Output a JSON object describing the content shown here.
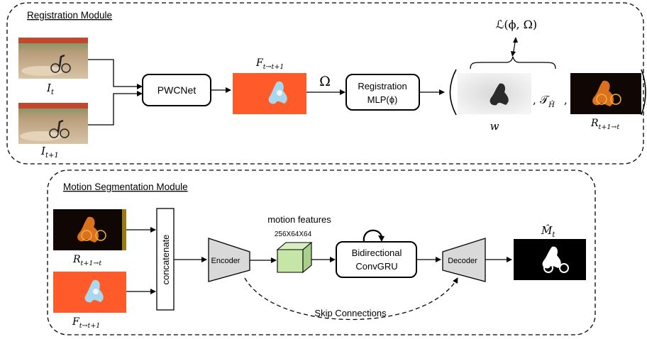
{
  "registration": {
    "title": "Registration Module",
    "inputs": {
      "it_symbol": "I",
      "it_sub": "t",
      "it1_symbol": "I",
      "it1_sub": "t+1"
    },
    "pwcnet_label": "PWCNet",
    "flow_symbol": "F",
    "flow_sub": "t→t+1",
    "omega": "Ω",
    "mlp_line1": "Registration",
    "mlp_line2": "MLP(ϕ)",
    "loss": "ℒ(ϕ, Ω)",
    "w_label": "w",
    "t_symbol": "𝒯",
    "t_sub": "Ĥ",
    "sep1": ",",
    "sep2": ",",
    "r_symbol": "R",
    "r_sub": "t+1→t"
  },
  "segmentation": {
    "title": "Motion Segmentation Module",
    "r_symbol": "R",
    "r_sub": "t+1→t",
    "f_symbol": "F",
    "f_sub": "t→t+1",
    "concat_label": "concatenate",
    "encoder_label": "Encoder",
    "motion_features_label": "motion features",
    "motion_features_size": "256X64X64",
    "gru_line1": "Bidirectional",
    "gru_line2": "ConvGRU",
    "decoder_label": "Decoder",
    "mask_symbol": "M̂",
    "mask_sub": "t",
    "skip_label": "Skip Connections"
  },
  "colors": {
    "flow_orange": "#ff5a2a",
    "feature_cube": "#c6e6a8",
    "trapezoid": "#d9d9d9"
  }
}
